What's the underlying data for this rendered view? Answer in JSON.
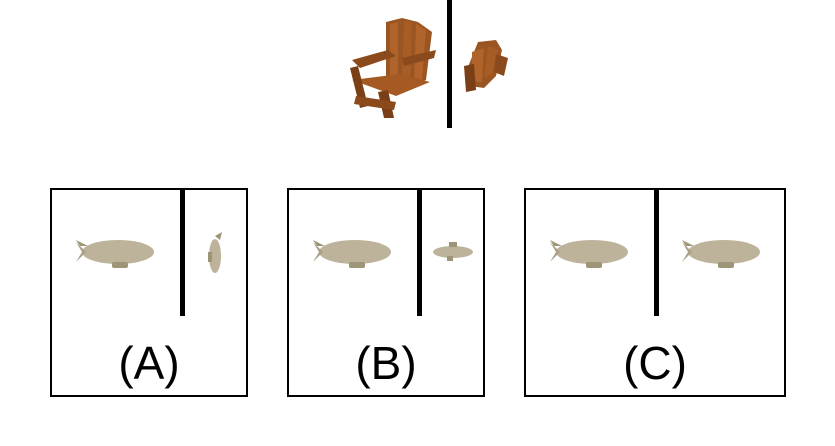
{
  "colors": {
    "chair_wood": "#8a4a1c",
    "chair_wood_light": "#b0632a",
    "airship_body": "#bdb39b",
    "airship_shadow": "#9e9478",
    "line": "#000000"
  },
  "reference": {
    "left_object_icon": "adirondack-chair-icon",
    "right_object_icon": "rotated-adirondack-chair-icon"
  },
  "options": [
    {
      "label": "(A)",
      "left_icon": "airship-icon",
      "right_icon": "airship-rotated-vertical-icon"
    },
    {
      "label": "(B)",
      "left_icon": "airship-icon",
      "right_icon": "airship-rotated-flat-icon"
    },
    {
      "label": "(C)",
      "left_icon": "airship-icon",
      "right_icon": "airship-icon"
    }
  ]
}
